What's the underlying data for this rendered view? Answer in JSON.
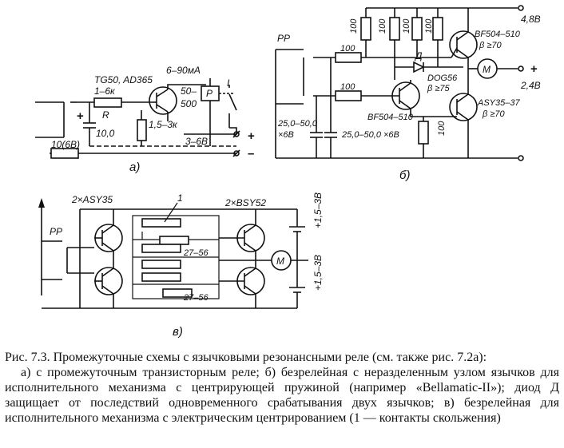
{
  "diagram_a": {
    "transistor": "TG50, AD365",
    "resistor_base": "1–6к",
    "resistor_symbol": "R",
    "capacitor": "10,0",
    "resistor_emitter": "1,5–3к",
    "relay_current": "6–90мА",
    "relay_resistance_top": "50–",
    "relay_resistance_bottom": "500",
    "relay_symbol": "Р",
    "contact_mark": "I",
    "supply_voltage": "3–6В",
    "capacitor_bottom": "10(6В)",
    "terminal_plus": "+",
    "terminal_minus": "–",
    "subfigure": "а)"
  },
  "diagram_b": {
    "reed_relay": "РР",
    "r_top_1": "100",
    "r_top_2": "100",
    "r_top_3": "100",
    "r_top_4": "100",
    "r_mid_1": "100",
    "r_mid_2": "100",
    "r_right": "100",
    "diode_letter": "Д",
    "diode_type": "DOG56",
    "diode_beta": "β ≥75",
    "transistor_top": "BF504–510",
    "transistor_top_beta": "β ≥70",
    "transistor_mid": "BF504–510",
    "transistor_bottom": "ASY35–37",
    "transistor_bottom_beta": "β ≥70",
    "motor": "M",
    "supply_top": "4,8В",
    "supply_bottom": "2,4В",
    "terminal_plus": "+",
    "cap_left_top": "25,0–50,0",
    "cap_left_bottom": "×6В",
    "cap_right": "25,0–50,0 ×6В",
    "subfigure": "б)"
  },
  "diagram_c": {
    "transistors_left": "2×ASY35",
    "transistors_right": "2×BSY52",
    "contact_label": "1",
    "reed_relay": "РР",
    "resistor_top": "27–56",
    "resistor_bottom": "27–56",
    "motor": "M",
    "supply_top": "+1,5–3В",
    "supply_bottom": "+1,5–3В",
    "subfigure": "в)"
  },
  "caption": {
    "title": "Рис. 7.3. Промежуточные схемы с язычковыми резонансными реле (см. также рис. 7.2а):",
    "body": "а) с промежуточным транзисторным реле; б) безрелейная с неразделенным узлом язычков для исполнительного механизма с центрирующей пружиной (например «Bellamatic-II»); диод Д защищает от последствий одновременного срабатывания двух язычков; в) безрелейная для исполнительного механизма с электрическим центрированием (1 — контакты скольжения)"
  }
}
